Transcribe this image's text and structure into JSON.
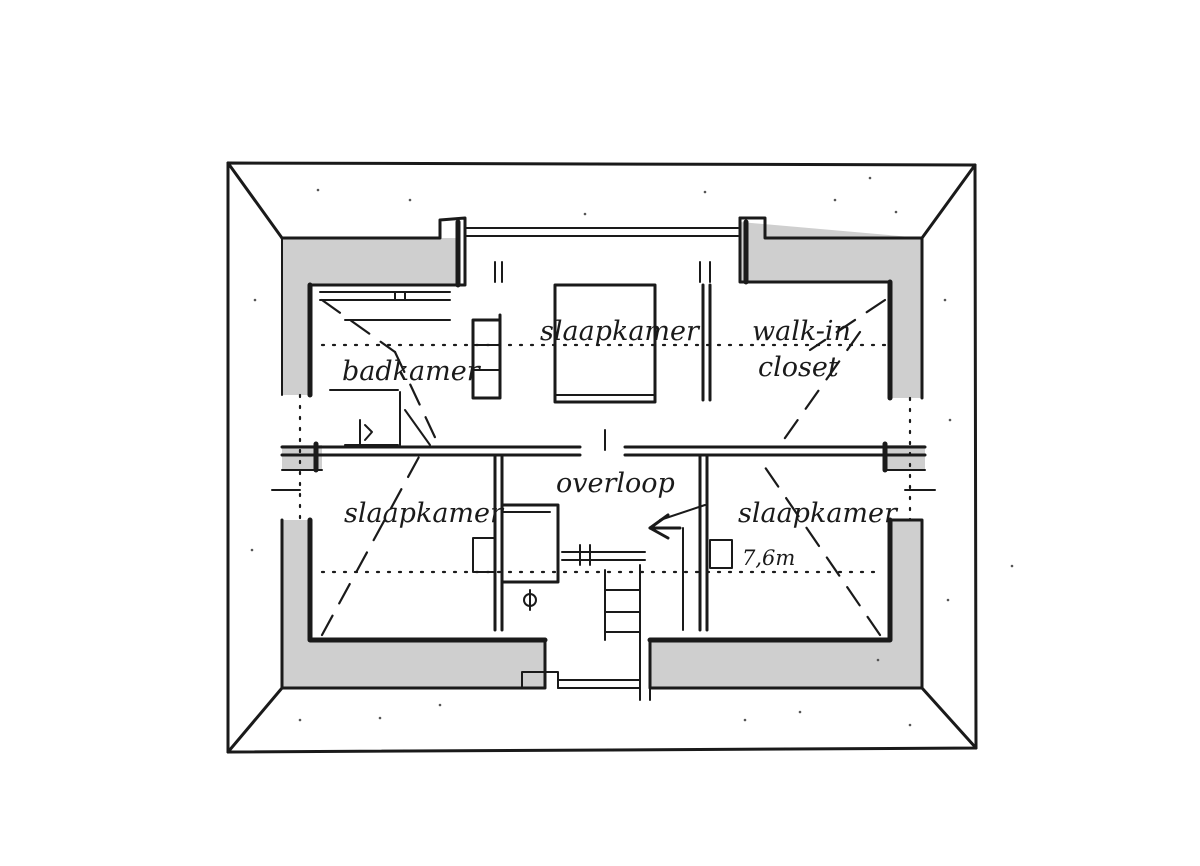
{
  "rooms": {
    "slaapkamer_top": "slaapkamer",
    "walkin_line1": "walk-in",
    "walkin_line2": "closet",
    "badkamer": "badkamer",
    "overloop": "overloop",
    "slaapkamer_left": "slaapkamer",
    "slaapkamer_right": "slaapkamer",
    "dimension": "7,6m"
  },
  "colors": {
    "ink": "#1a1a1a",
    "wall_shade": "#cfcfcf",
    "paper": "#ffffff"
  }
}
